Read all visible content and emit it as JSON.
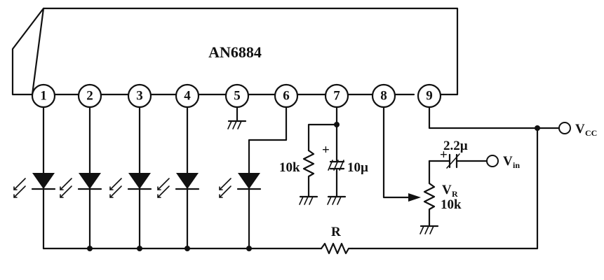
{
  "chip": {
    "name": "AN6884"
  },
  "pins": [
    "1",
    "2",
    "3",
    "4",
    "5",
    "6",
    "7",
    "8",
    "9"
  ],
  "labels": {
    "vcc_main": "V",
    "vcc_sub": "CC",
    "vin_main": "V",
    "vin_sub": "in",
    "cap_input": "2.2µ",
    "cap_pin7": "10µ",
    "res_pin7": "10k",
    "vr_main": "V",
    "vr_sub": "R",
    "vr_value": "10k",
    "resistor_r": "R",
    "plus": "+"
  }
}
